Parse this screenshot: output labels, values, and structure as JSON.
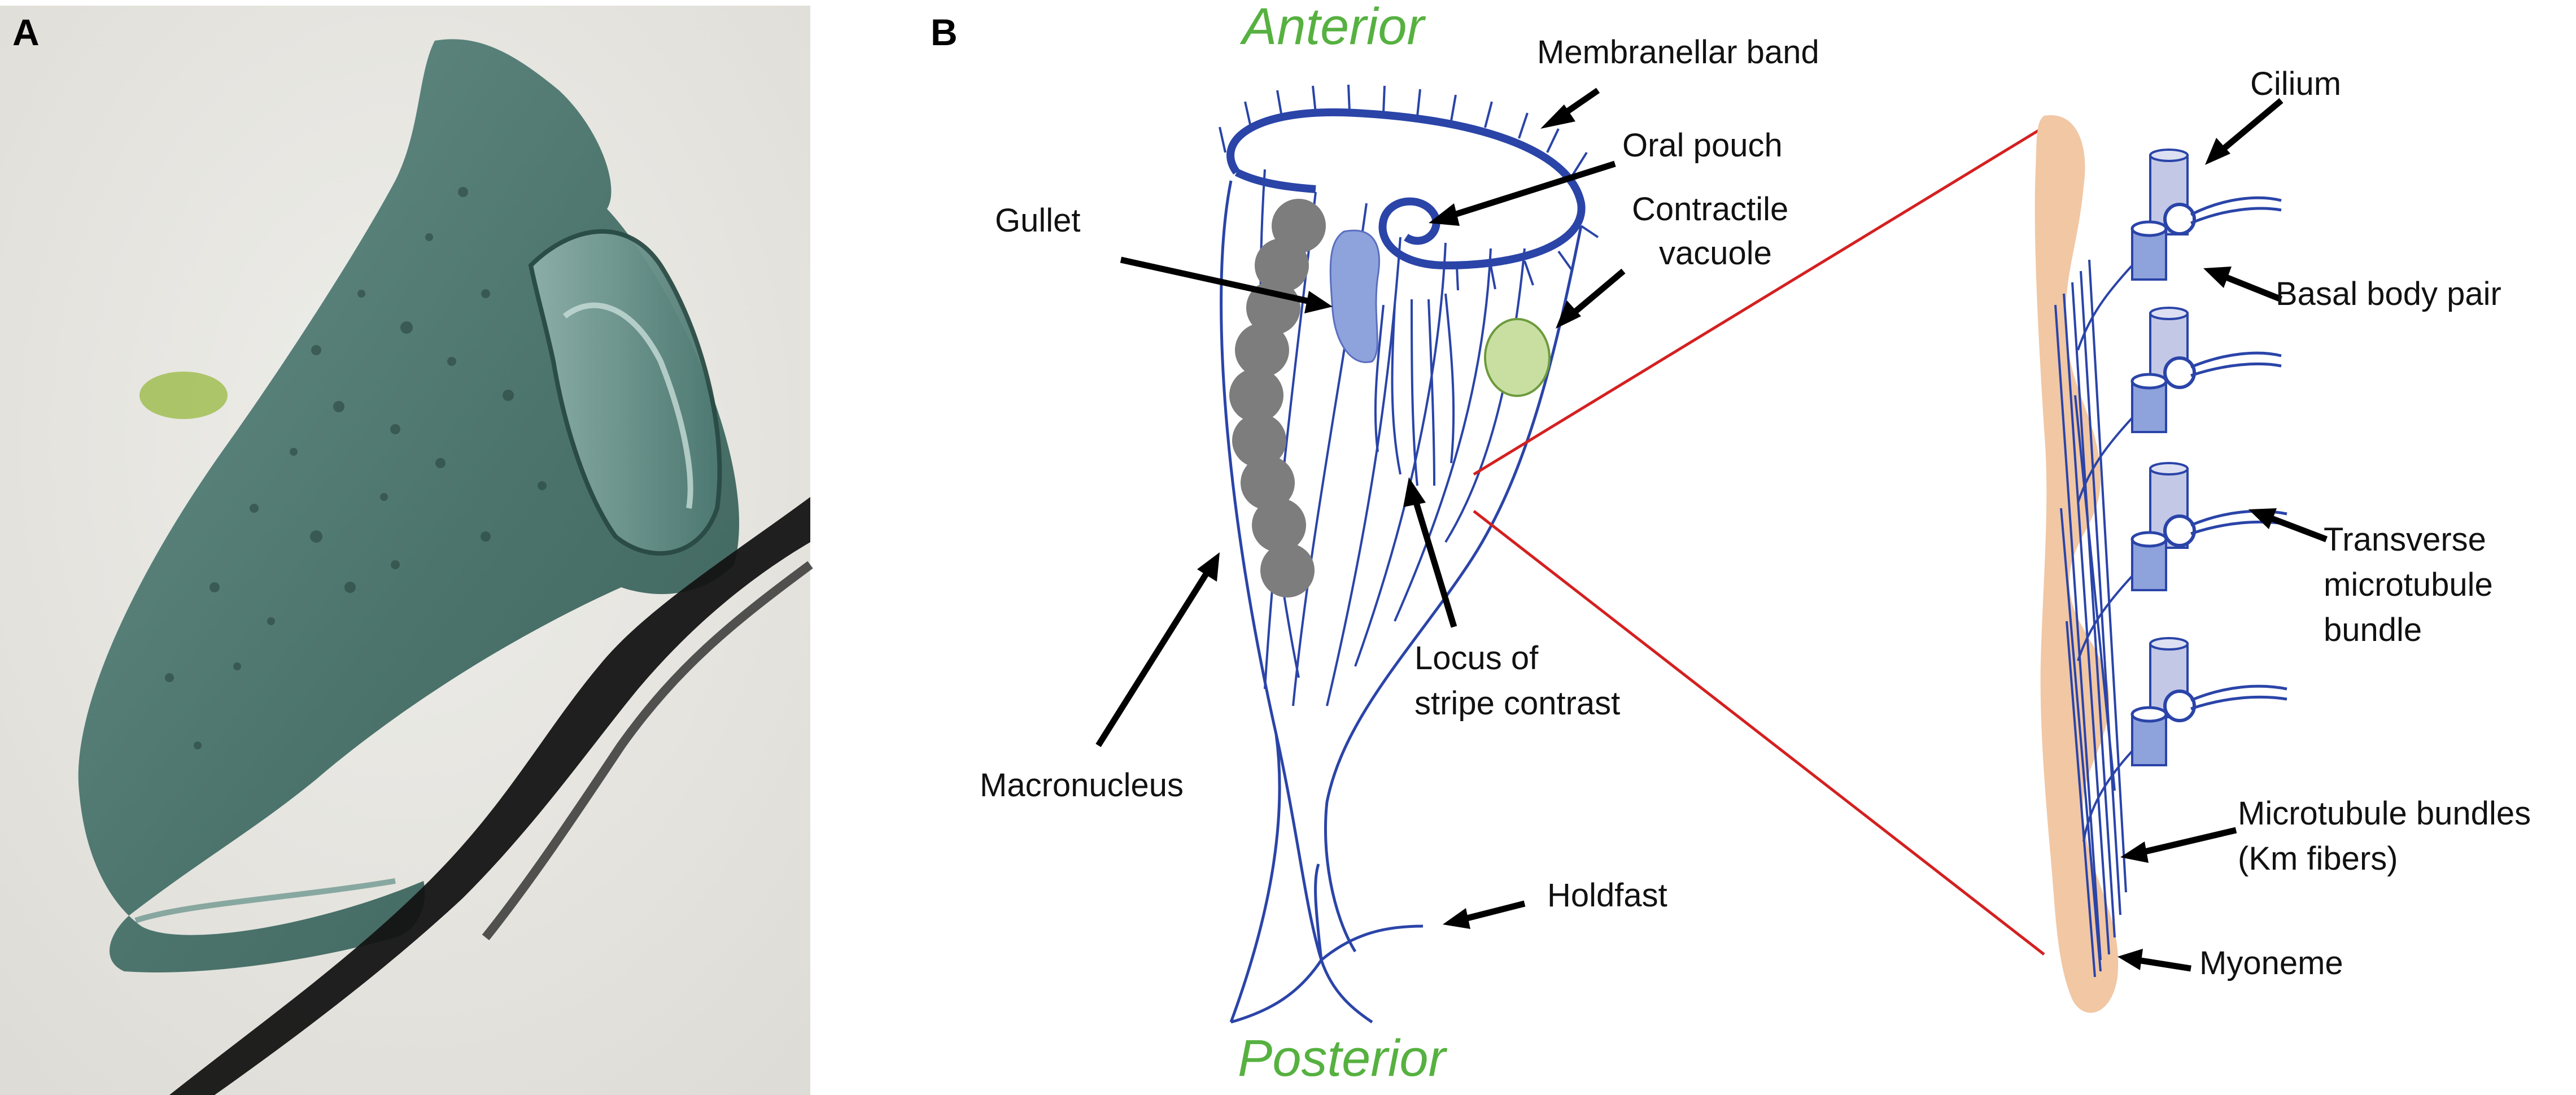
{
  "panels": {
    "a": "A",
    "b": "B"
  },
  "orientation": {
    "anterior": "Anterior",
    "posterior": "Posterior"
  },
  "labels": {
    "membranellar_band": "Membranellar band",
    "oral_pouch": "Oral pouch",
    "gullet": "Gullet",
    "contractile_vacuole_1": "Contractile",
    "contractile_vacuole_2": "vacuole",
    "macronucleus": "Macronucleus",
    "locus_1": "Locus of",
    "locus_2": "stripe contrast",
    "holdfast": "Holdfast",
    "cilium": "Cilium",
    "basal_body_pair": "Basal body pair",
    "transverse_1": "Transverse",
    "transverse_2": "microtubule",
    "transverse_3": "bundle",
    "km_1": "Microtubule bundles",
    "km_2": "(Km fibers)",
    "myoneme": "Myoneme"
  },
  "colors": {
    "structure_blue": "#2a44a8",
    "gullet_fill": "#8ea2dc",
    "vacuole_fill": "#c9dfa2",
    "macronucleus_fill": "#7d7d7d",
    "myoneme_fill": "#f1c7a4",
    "zoom_line": "#d42020",
    "orientation_text": "#56b140",
    "cell_photo": "#3f6b63"
  }
}
